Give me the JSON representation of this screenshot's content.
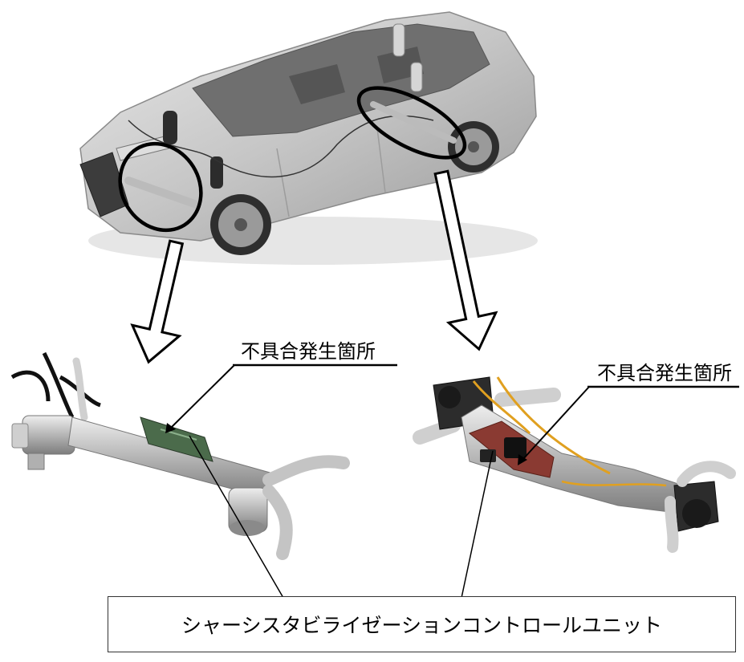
{
  "labels": {
    "defect_location_left": "不具合発生箇所",
    "defect_location_right": "不具合発生箇所",
    "control_unit": "シャーシスタビライゼーションコントロールユニット"
  },
  "colors": {
    "car_body": "#c9c9c9",
    "component_metal": "#b8b8b8",
    "circuit_board_green": "#4b6b4b",
    "circuit_board_red": "#8a3a32",
    "wire_orange": "#e0a020",
    "line": "#000000"
  }
}
